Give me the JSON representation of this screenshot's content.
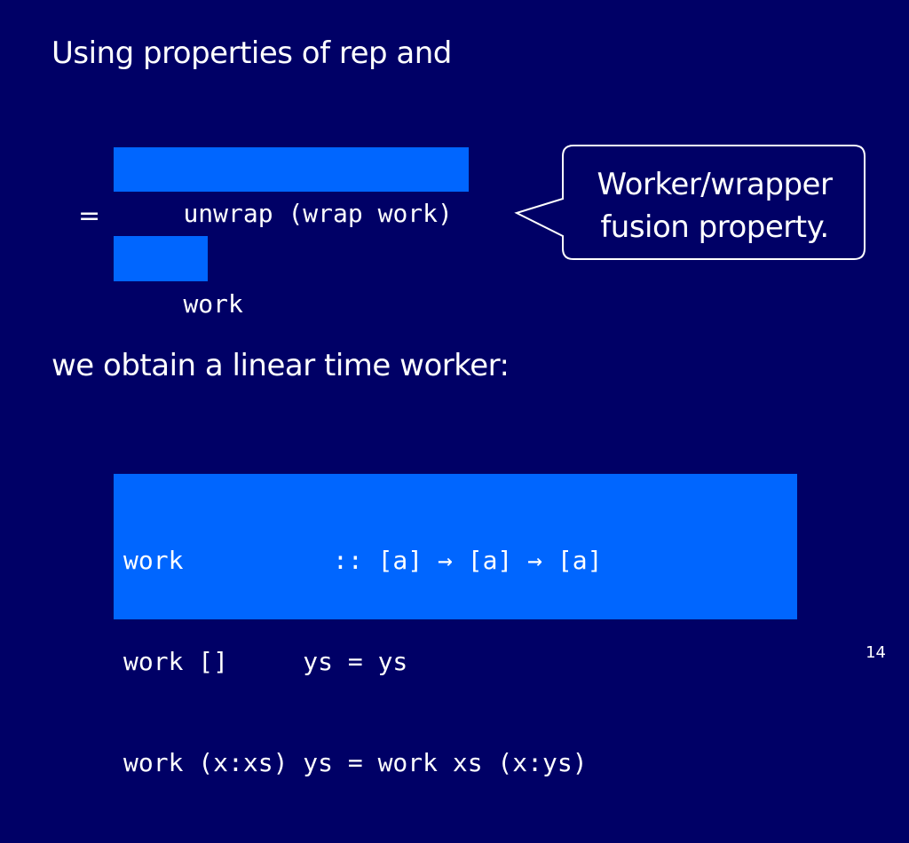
{
  "slide": {
    "intro_text": "Using properties of rep and",
    "equation": {
      "top_expression": "unwrap (wrap work)",
      "equals_sign": "=",
      "bottom_expression": "work"
    },
    "callout": {
      "line1": "Worker/wrapper",
      "line2": "fusion property."
    },
    "result_text": "we obtain a linear time worker:",
    "code_lines": [
      "work          :: [a] → [a] → [a]",
      "work []     ys = ys",
      "work (x:xs) ys = work xs (x:ys)"
    ],
    "page_number": "14"
  },
  "colors": {
    "background": "#000066",
    "code_highlight": "#0066ff",
    "text": "#ffffff"
  }
}
